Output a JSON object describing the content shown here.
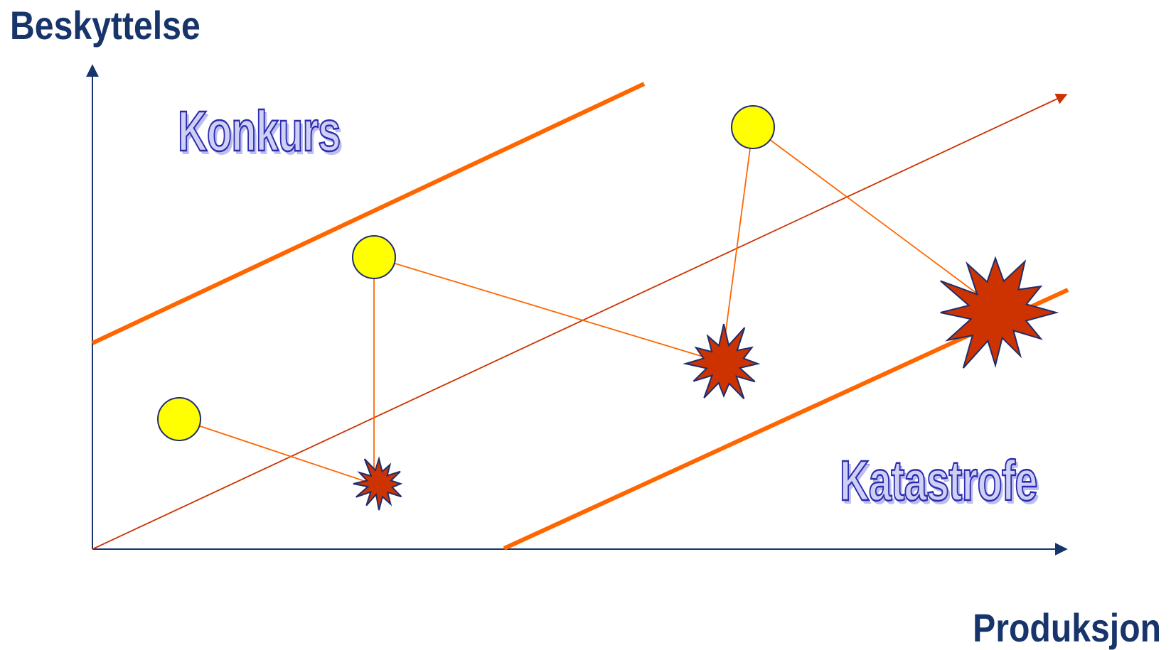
{
  "axes": {
    "y_title": "Beskyttelse",
    "x_title": "Produksjon"
  },
  "regions": {
    "upper": "Konkurs",
    "lower": "Katastrofe"
  },
  "colors": {
    "text": "#17346b",
    "axis": "#17346b",
    "boundary": "#ff6600",
    "trend": "#cc3300",
    "connector": "#ff6600",
    "circle_fill": "#ffff00",
    "circle_stroke": "#1f2d6b",
    "explosion_fill": "#cc3300",
    "explosion_stroke": "#1f2d6b"
  }
}
